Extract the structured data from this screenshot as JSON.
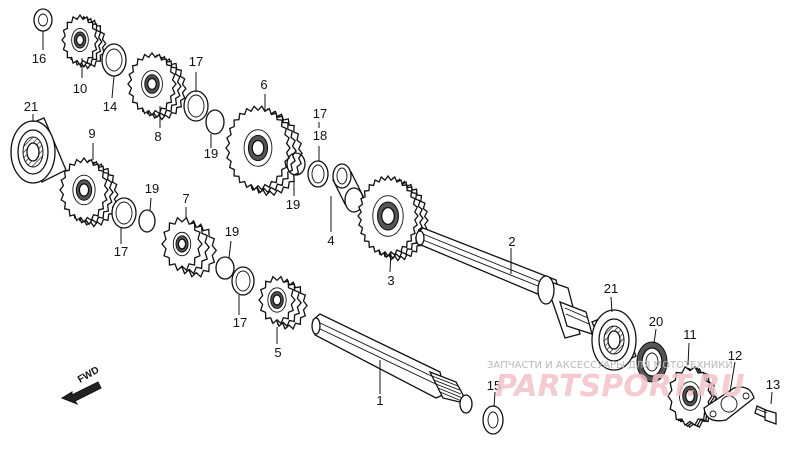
{
  "callouts": [
    {
      "id": "16",
      "label": "16"
    },
    {
      "id": "10",
      "label": "10"
    },
    {
      "id": "14",
      "label": "14"
    },
    {
      "id": "8",
      "label": "8"
    },
    {
      "id": "17a",
      "label": "17"
    },
    {
      "id": "6",
      "label": "6"
    },
    {
      "id": "19a",
      "label": "19"
    },
    {
      "id": "21a",
      "label": "21"
    },
    {
      "id": "9",
      "label": "9"
    },
    {
      "id": "17b",
      "label": "17"
    },
    {
      "id": "18",
      "label": "18"
    },
    {
      "id": "19b",
      "label": "19"
    },
    {
      "id": "4",
      "label": "4"
    },
    {
      "id": "19c",
      "label": "19"
    },
    {
      "id": "7",
      "label": "7"
    },
    {
      "id": "17c",
      "label": "17"
    },
    {
      "id": "19d",
      "label": "19"
    },
    {
      "id": "17d",
      "label": "17"
    },
    {
      "id": "3",
      "label": "3"
    },
    {
      "id": "2",
      "label": "2"
    },
    {
      "id": "21b",
      "label": "21"
    },
    {
      "id": "5",
      "label": "5"
    },
    {
      "id": "20",
      "label": "20"
    },
    {
      "id": "11",
      "label": "11"
    },
    {
      "id": "12",
      "label": "12"
    },
    {
      "id": "1",
      "label": "1"
    },
    {
      "id": "15",
      "label": "15"
    },
    {
      "id": "13",
      "label": "13"
    }
  ],
  "direction_label": "FWD",
  "watermark": {
    "caption": "ЗАПЧАСТИ И АКСЕССУАРЫ ДЛЯ МОТОТЕХНИКИ",
    "logo_text": "PARTSPORT.RU"
  },
  "colors": {
    "line": "#111111",
    "watermark_caption": "#b9b9b9",
    "watermark_logo": "#f3c3c8"
  }
}
